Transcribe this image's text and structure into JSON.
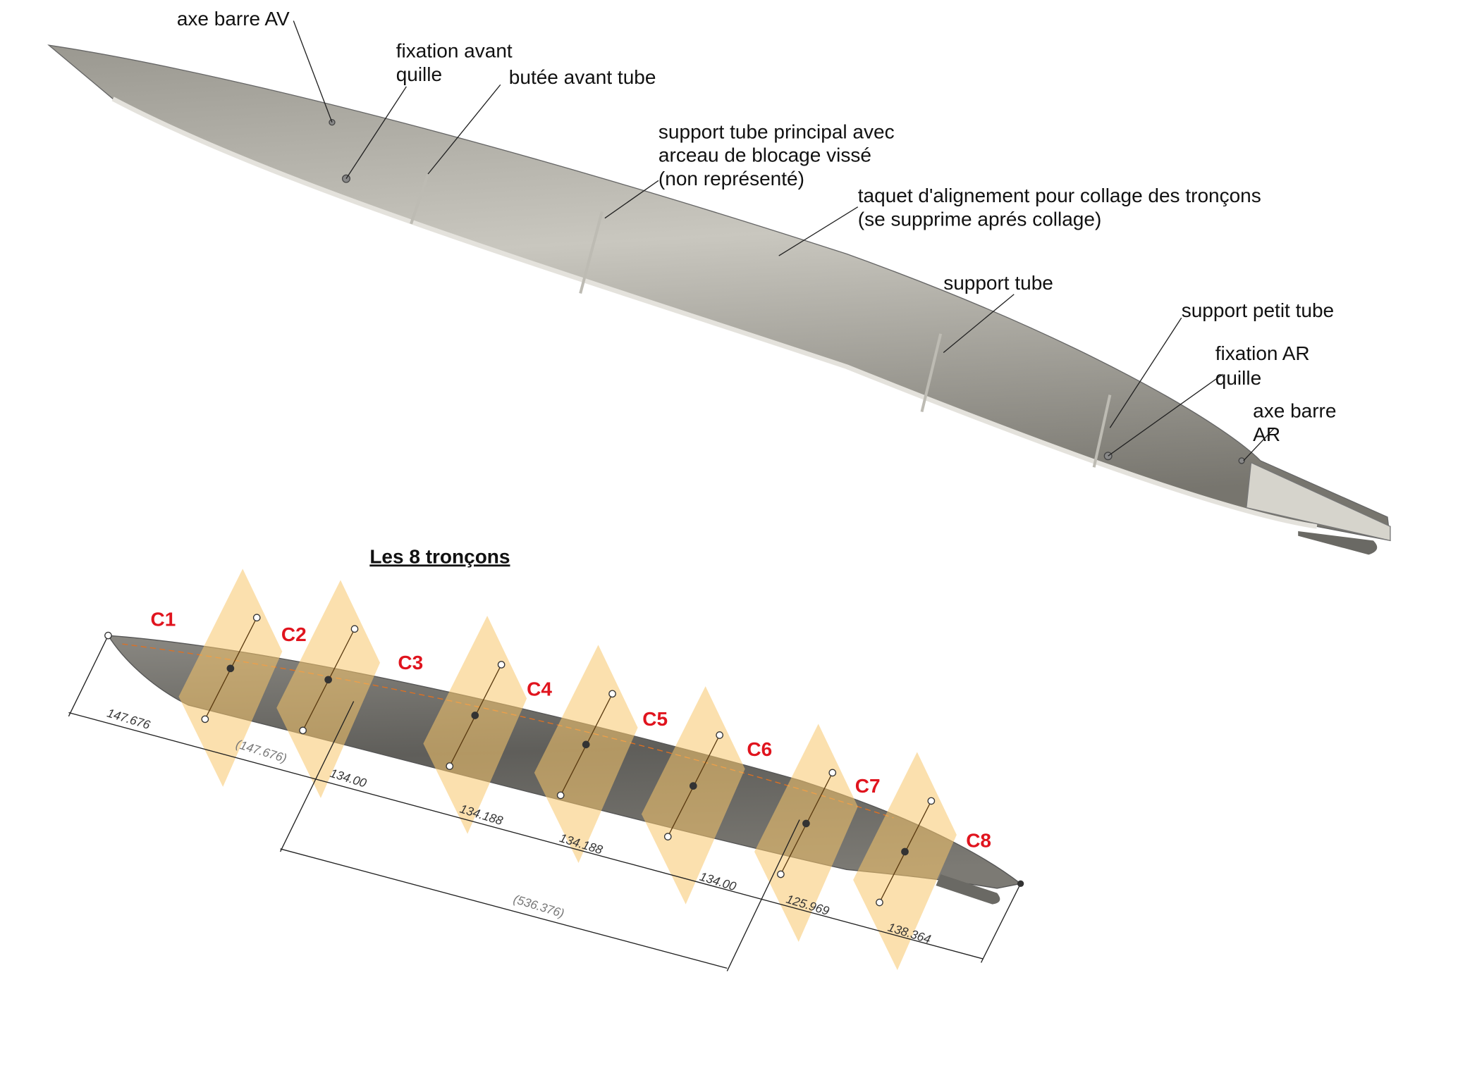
{
  "top_view": {
    "labels": {
      "axe_barre_av": "axe barre AV",
      "fixation_avant_1": "fixation avant",
      "fixation_avant_2": "quille",
      "butee_avant_tube": "butée avant tube",
      "support_principal_1": "support tube principal avec",
      "support_principal_2": "arceau de blocage vissé",
      "support_principal_3": "(non représenté)",
      "taquet_1": "taquet d'alignement pour collage des tronçons",
      "taquet_2": "(se supprime aprés collage)",
      "support_tube": "support tube",
      "support_petit_tube": "support petit tube",
      "fixation_ar_1": "fixation AR",
      "fixation_ar_2": "quille",
      "axe_barre_ar_1": "axe barre",
      "axe_barre_ar_2": "AR"
    }
  },
  "sections": {
    "title": "Les 8 tronçons",
    "labels": [
      "C1",
      "C2",
      "C3",
      "C4",
      "C5",
      "C6",
      "C7",
      "C8"
    ],
    "label_color": "#e0141e",
    "plane_color": "#f7c66b",
    "dimensions": [
      "147.676",
      "(147.676)",
      "134.00",
      "134.188",
      "134.188",
      "134.00",
      "125.969",
      "138.364"
    ],
    "overall_dimension": "(536.376)"
  }
}
